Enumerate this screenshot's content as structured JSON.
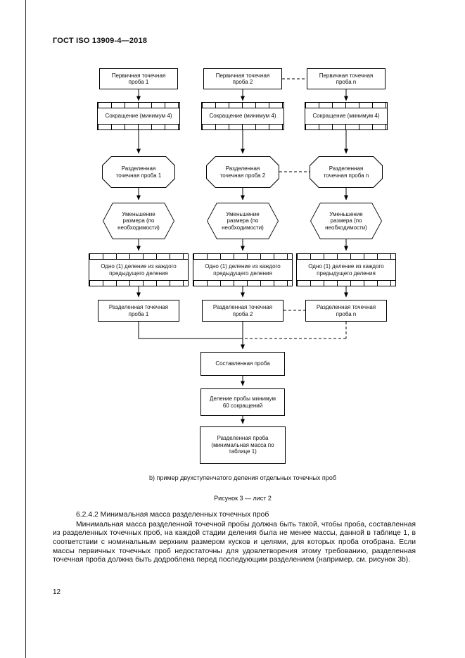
{
  "header": {
    "title": "ГОСТ ISO 13909-4—2018"
  },
  "flowchart": {
    "columns": [
      {
        "primary": "Первичная точечная проба 1",
        "reduction": "Сокращение (минимум 4)",
        "divided_increment": "Разделенная точечная проба 1",
        "size_reduction": "Уменьшение размера (по необходимости)",
        "one_division": "Одно (1) деление из каждого предыдущего деления",
        "divided_sample": "Разделенная точечная проба 1"
      },
      {
        "primary": "Первичная точечная проба 2",
        "reduction": "Сокращение (минимум 4)",
        "divided_increment": "Разделенная точечная проба 2",
        "size_reduction": "Уменьшение размера (по необходимости)",
        "one_division": "Одно (1) деление из каждого предыдущего деления",
        "divided_sample": "Разделенная точечная проба 2"
      },
      {
        "primary": "Первичная точечная проба n",
        "reduction": "Сокращение (минимум 4)",
        "divided_increment": "Разделенная точечная проба n",
        "size_reduction": "Уменьшение размера (по необходимости)",
        "one_division": "Одно (1) деление из каждого предыдущего деления",
        "divided_sample": "Разделенная точечная проба n"
      }
    ],
    "composite": "Составленная проба",
    "sample_division": "Деление пробы минимум 60 сокращений",
    "final_sample": "Разделенная проба (минимальная масса по таблице 1)"
  },
  "caption": "b) пример двухступенчатого деления отдельных точечных проб",
  "figure_label": "Рисунок 3 — лист 2",
  "section": {
    "heading": "6.2.4.2 Минимальная масса разделенных точечных проб",
    "body": "Минимальная масса разделенной точечной пробы должна быть такой, чтобы проба, составленная из разделенных точечных проб, на каждой стадии деления была не менее массы, данной в таблице 1, в соответствии с номинальным верхним размером кусков и целями, для которых проба отобрана. Если массы первичных точечных проб недостаточны для удовлетворения этому требованию, разделенная точечная проба должна быть додроблена перед последующим разделением (например, см. рисунок 3b)."
  },
  "page_number": "12",
  "colors": {
    "line": "#000000",
    "paper": "#ffffff"
  }
}
